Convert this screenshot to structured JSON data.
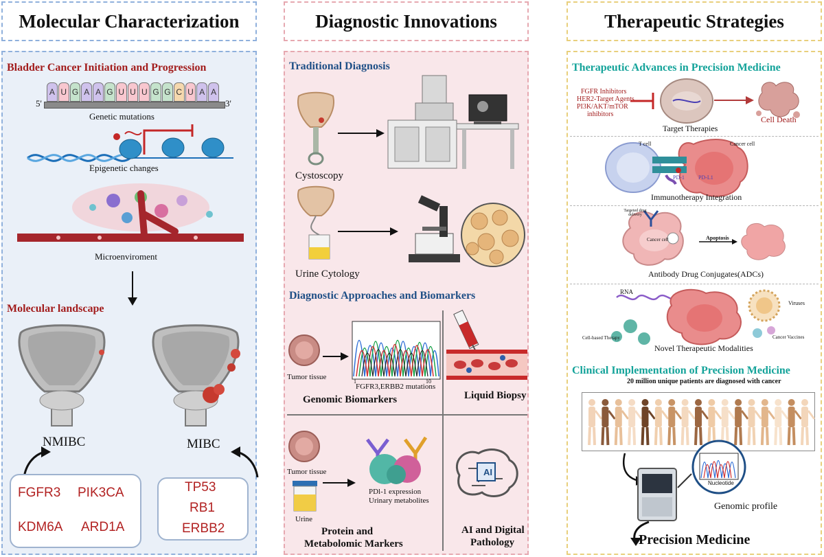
{
  "columns": {
    "molecular": {
      "title": "Molecular Characterization",
      "section1_title": "Bladder Cancer Initiation and Progression",
      "dna": {
        "bases": [
          "A",
          "U",
          "G",
          "A",
          "A",
          "G",
          "U",
          "U",
          "U",
          "G",
          "G",
          "C",
          "U",
          "A",
          "A"
        ],
        "base_colors": [
          "#cfc2ec",
          "#f8c7cf",
          "#c5e3cc",
          "#cfc2ec",
          "#cfc2ec",
          "#c5e3cc",
          "#f8c7cf",
          "#f8c7cf",
          "#f8c7cf",
          "#c5e3cc",
          "#c5e3cc",
          "#f5d8ae",
          "#f8c7cf",
          "#cfc2ec",
          "#cfc2ec"
        ],
        "end5": "5'",
        "end3": "3'"
      },
      "genetic_label": "Genetic mutations",
      "epigenetic_label": "Epigenetic changes",
      "micro_label": "Microenviroment",
      "section2_title": "Molecular landscape",
      "nmibc_label": "NMIBC",
      "mibc_label": "MIBC",
      "nmibc_genes": [
        "FGFR3",
        "PIK3CA",
        "KDM6A",
        "ARD1A"
      ],
      "mibc_genes": [
        "TP53",
        "RB1",
        "ERBB2"
      ]
    },
    "diagnostic": {
      "title": "Diagnostic Innovations",
      "traditional_title": "Traditional Diagnosis",
      "cystoscopy_label": "Cystoscopy",
      "cytology_label": "Urine Cytology",
      "approaches_title": "Diagnostic Approaches and Biomarkers",
      "tumor_tissue_label_1": "Tumor tissue",
      "seq_tick_start": "1",
      "seq_tick_end": "10",
      "mutation_label": "FGFR3,ERBB2 mutations",
      "genomic_title": "Genomic Biomarkers",
      "liquid_title": "Liquid Biopsy",
      "tumor_tissue_label_2": "Tumor tissue",
      "urine_label": "Urine",
      "pdl1_label": "PDl-1 expression",
      "metabolites_label": "Urinary metabolites",
      "protein_title_1": "Protein and",
      "protein_title_2": "Metabolomic Markers",
      "ai_chip_text": "AI",
      "ai_title_1": "AI and Digital",
      "ai_title_2": "Pathology"
    },
    "therapeutic": {
      "title": "Therapeutic Strategies",
      "advances_title": "Therapeutic Advances in Precision Medicine",
      "inhibitors": [
        "FGFR Inhibitors",
        "HER2-Target Agents",
        "PI3K/AKT/mTOR",
        "inhibitors"
      ],
      "target_label": "Target Therapies",
      "cell_death_label": "Cell Death",
      "tcell_label": "T cell",
      "cancer_cell_label": "Cancer cell",
      "pd1_label": "PD-1",
      "pdl1_label": "PD-L1",
      "immuno_label": "Immunotherapy Integration",
      "targeted_drug_label": "Targeted drug delivery",
      "cancer_cell_label_2": "Cancer cell",
      "apoptosis_label": "Apoptosis",
      "adc_label": "Antibody Drug Conjugates(ADCs)",
      "rna_label": "RNA",
      "viruses_label": "Viruses",
      "cell_based_label": "Cell-based Therapy",
      "vaccines_label": "Cancer Vaccines",
      "novel_label": "Novel Therapeutic Modalities",
      "clinical_title": "Clinical Implementation of Precision Medicine",
      "patients_label": "20 million unique patients are diagnosed with cancer",
      "nucleotide_label": "Nucleotide",
      "genomic_profile_label": "Genomic profile",
      "precision_label": "Precision Medicine"
    }
  },
  "colors": {
    "blue_border": "#8fb0dc",
    "pink_border": "#e6a8b0",
    "gold_border": "#e8cf7c",
    "blue_panel": "#eaf0f8",
    "pink_panel": "#f9e7ea",
    "red_title": "#a21d1d",
    "blue_title": "#1f4f86",
    "teal_title": "#14a39a"
  }
}
